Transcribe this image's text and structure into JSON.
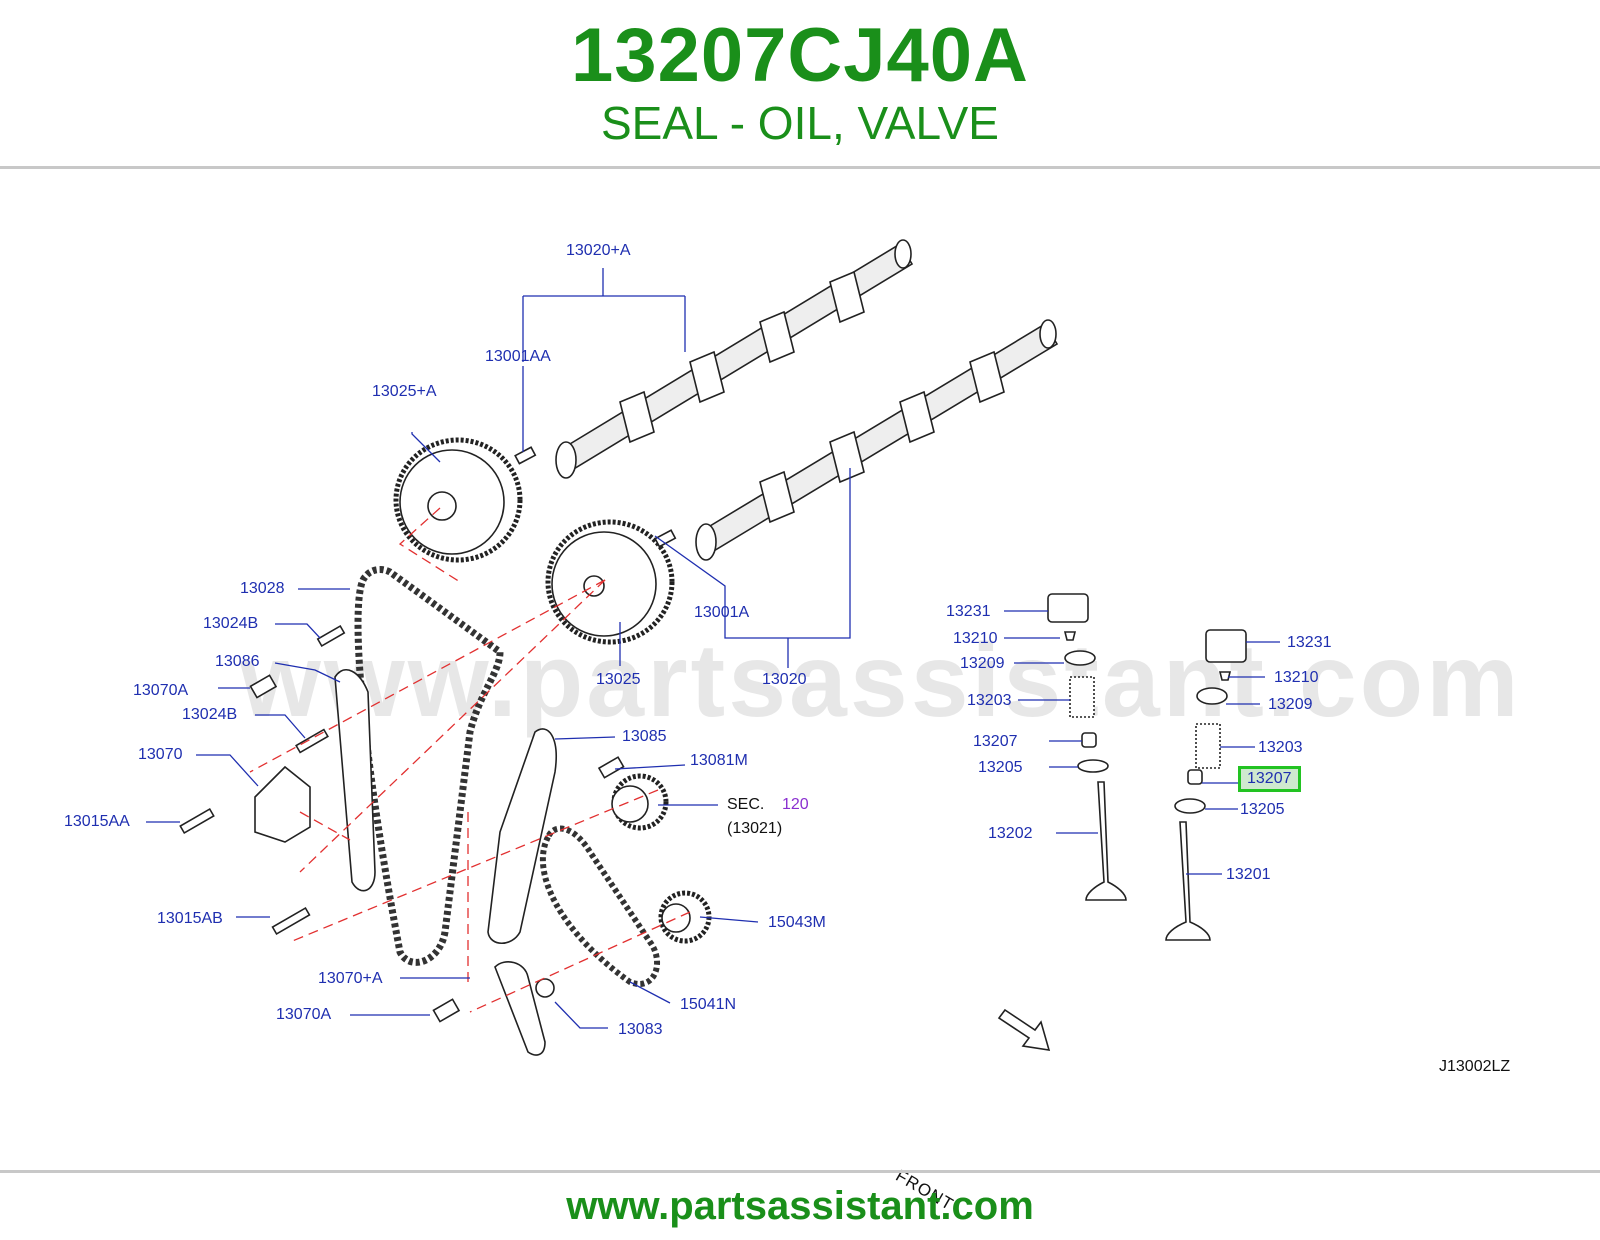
{
  "header": {
    "part_number": "13207CJ40A",
    "description": "SEAL - OIL, VALVE"
  },
  "watermark": "www.partsassistant.com",
  "footer": {
    "url": "www.partsassistant.com"
  },
  "diagram": {
    "code": "J13002LZ",
    "front_label": "FRONT",
    "sec_prefix": "SEC.",
    "sec_number": "120",
    "sec_sub": "(13021)",
    "highlight_color": "#22c322",
    "callouts": {
      "c13020_top": "13020+A",
      "c13001AA": "13001AA",
      "c13025A": "13025+A",
      "c13028": "13028",
      "c13024B_1": "13024B",
      "c13086": "13086",
      "c13070A_1": "13070A",
      "c13024B_2": "13024B",
      "c13070": "13070",
      "c13015AA": "13015AA",
      "c13015AB": "13015AB",
      "c13070A_plus": "13070+A",
      "c13070A_2": "13070A",
      "c13001A": "13001A",
      "c13025": "13025",
      "c13020": "13020",
      "c13085": "13085",
      "c13081M": "13081M",
      "c15043M": "15043M",
      "c15041N": "15041N",
      "c13083": "13083",
      "l13231": "13231",
      "l13210": "13210",
      "l13209": "13209",
      "l13203": "13203",
      "l13207": "13207",
      "l13205": "13205",
      "l13202": "13202",
      "r13231": "13231",
      "r13210": "13210",
      "r13209": "13209",
      "r13203": "13203",
      "r13207": "13207",
      "r13205": "13205",
      "r13201": "13201"
    }
  }
}
